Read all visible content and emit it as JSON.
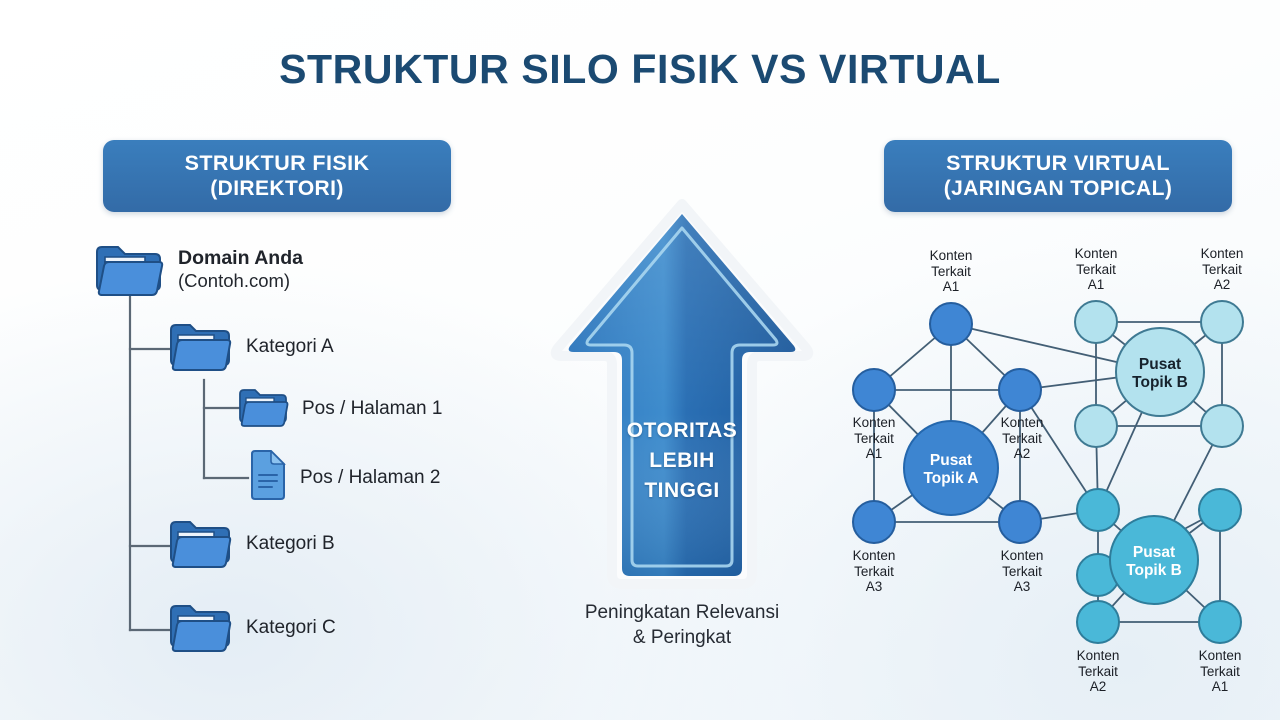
{
  "title": "STRUKTUR SILO FISIK VS VIRTUAL",
  "left_panel": {
    "header_line1": "STRUKTUR FISIK",
    "header_line2": "(DIREKTORI)",
    "tree": [
      {
        "name": "Domain Anda",
        "sub": "(Contoh.com)",
        "icon": "folder-icon",
        "level": 0
      },
      {
        "name": "Kategori A",
        "sub": "",
        "icon": "folder-icon",
        "level": 1
      },
      {
        "name": "Pos / Halaman 1",
        "sub": "",
        "icon": "folder-icon",
        "level": 2
      },
      {
        "name": "Pos / Halaman 2",
        "sub": "",
        "icon": "document-icon",
        "level": 2
      },
      {
        "name": "Kategori B",
        "sub": "",
        "icon": "folder-icon",
        "level": 1
      },
      {
        "name": "Kategori C",
        "sub": "",
        "icon": "folder-icon",
        "level": 1
      }
    ]
  },
  "center": {
    "arrow_line1": "OTORITAS",
    "arrow_line2": "LEBIH",
    "arrow_line3": "TINGGI",
    "caption_line1": "Peningkatan Relevansi",
    "caption_line2": "& Peringkat"
  },
  "right_panel": {
    "header_line1": "STRUKTUR VIRTUAL",
    "header_line2": "(JARINGAN TOPICAL)",
    "clusters": [
      {
        "hub_line1": "Pusat",
        "hub_line2": "Topik A",
        "satellites": [
          {
            "line1": "Konten",
            "line2": "Terkait",
            "line3": "A1"
          },
          {
            "line1": "Konten",
            "line2": "Terkait",
            "line3": "A1"
          },
          {
            "line1": "Konten",
            "line2": "Terkait",
            "line3": "A2"
          },
          {
            "line1": "Konten",
            "line2": "Terkait",
            "line3": "A3"
          },
          {
            "line1": "Konten",
            "line2": "Terkait",
            "line3": "A3"
          }
        ]
      },
      {
        "hub_line1": "Pusat",
        "hub_line2": "Topik B",
        "satellites": [
          {
            "line1": "Konten",
            "line2": "Terkait",
            "line3": "A1"
          },
          {
            "line1": "Konten",
            "line2": "Terkait",
            "line3": "A2"
          }
        ]
      },
      {
        "hub_line1": "Pusat",
        "hub_line2": "Topik B",
        "satellites": [
          {
            "line1": "Konten",
            "line2": "Terkait",
            "line3": "A2"
          },
          {
            "line1": "Konten",
            "line2": "Terkait",
            "line3": "A1"
          }
        ]
      }
    ]
  },
  "colors": {
    "title": "#1b4a72",
    "pill": "#3a7ebd",
    "folder": "#4a8fdb",
    "hub_a": "#3d85d0",
    "hub_b_light": "#b3e2ee",
    "hub_b_cyan": "#4ab8d8",
    "arrow": "#2f78bd"
  }
}
